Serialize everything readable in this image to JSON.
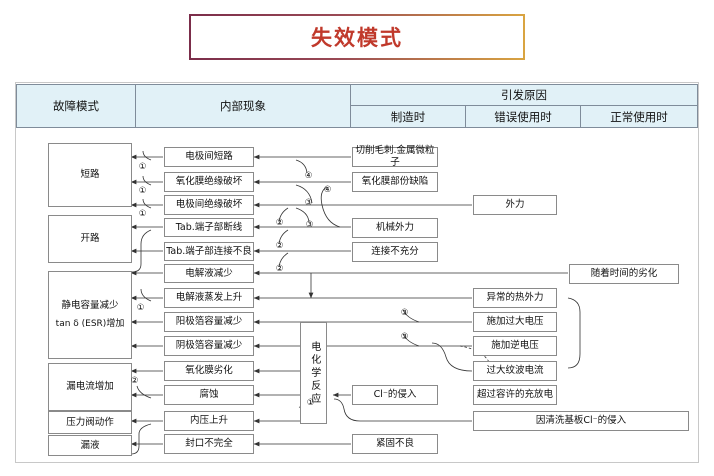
{
  "title": {
    "text": "失效模式"
  },
  "table_header": {
    "col_failure_mode": "故障模式",
    "col_internal_phenomenon": "内部现象",
    "col_cause_group": "引发原因",
    "col_cause_manufacturing": "制造时",
    "col_cause_misuse": "错误使用时",
    "col_cause_normal": "正常使用时"
  },
  "failure_modes": [
    {
      "label": "短路"
    },
    {
      "label": "开路"
    },
    {
      "label": "静电容量减少",
      "sub": "tan δ (ESR)增加"
    },
    {
      "label": "漏电流增加"
    },
    {
      "label": "压力阀动作"
    },
    {
      "label": "漏液"
    }
  ],
  "internal_phenomena": [
    {
      "label": "电极间短路"
    },
    {
      "label": "氧化膜绝缘破坏"
    },
    {
      "label": "电极间绝缘破坏"
    },
    {
      "label": "Tab.端子部断线"
    },
    {
      "label": "Tab.端子部连接不良"
    },
    {
      "label": "电解液减少"
    },
    {
      "label": "电解液蒸发上升"
    },
    {
      "label": "阳极箔容量减少"
    },
    {
      "label": "阴极箔容量减少"
    },
    {
      "label": "氧化膜劣化"
    },
    {
      "label": "腐蚀"
    },
    {
      "label": "内压上升"
    },
    {
      "label": "封口不完全"
    }
  ],
  "reaction_node": {
    "label": "电化学反应"
  },
  "causes_manufacturing": [
    {
      "label": "切削毛刺.金属微粒子"
    },
    {
      "label": "氧化膜部份缺陷"
    },
    {
      "label": "机械外力"
    },
    {
      "label": "连接不充分"
    },
    {
      "label": "Cl⁻的侵入"
    },
    {
      "label": "紧固不良"
    }
  ],
  "causes_misuse": [
    {
      "label": "外力"
    },
    {
      "label": "异常的热外力"
    },
    {
      "label": "施加过大电压"
    },
    {
      "label": "施加逆电压"
    },
    {
      "label": "过大纹波电流"
    },
    {
      "label": "超过容许的充放电"
    },
    {
      "label": "因清洗基板Cl⁻的侵入"
    }
  ],
  "causes_normal": [
    {
      "label": "随着时间的劣化"
    }
  ],
  "circled_markers": [
    {
      "label": "①"
    },
    {
      "label": "②"
    },
    {
      "label": "③"
    },
    {
      "label": "④"
    }
  ],
  "colors": {
    "header_fill": "#e1f1f7",
    "title_accent": "#c0392b",
    "border": "#8a8a8a"
  }
}
